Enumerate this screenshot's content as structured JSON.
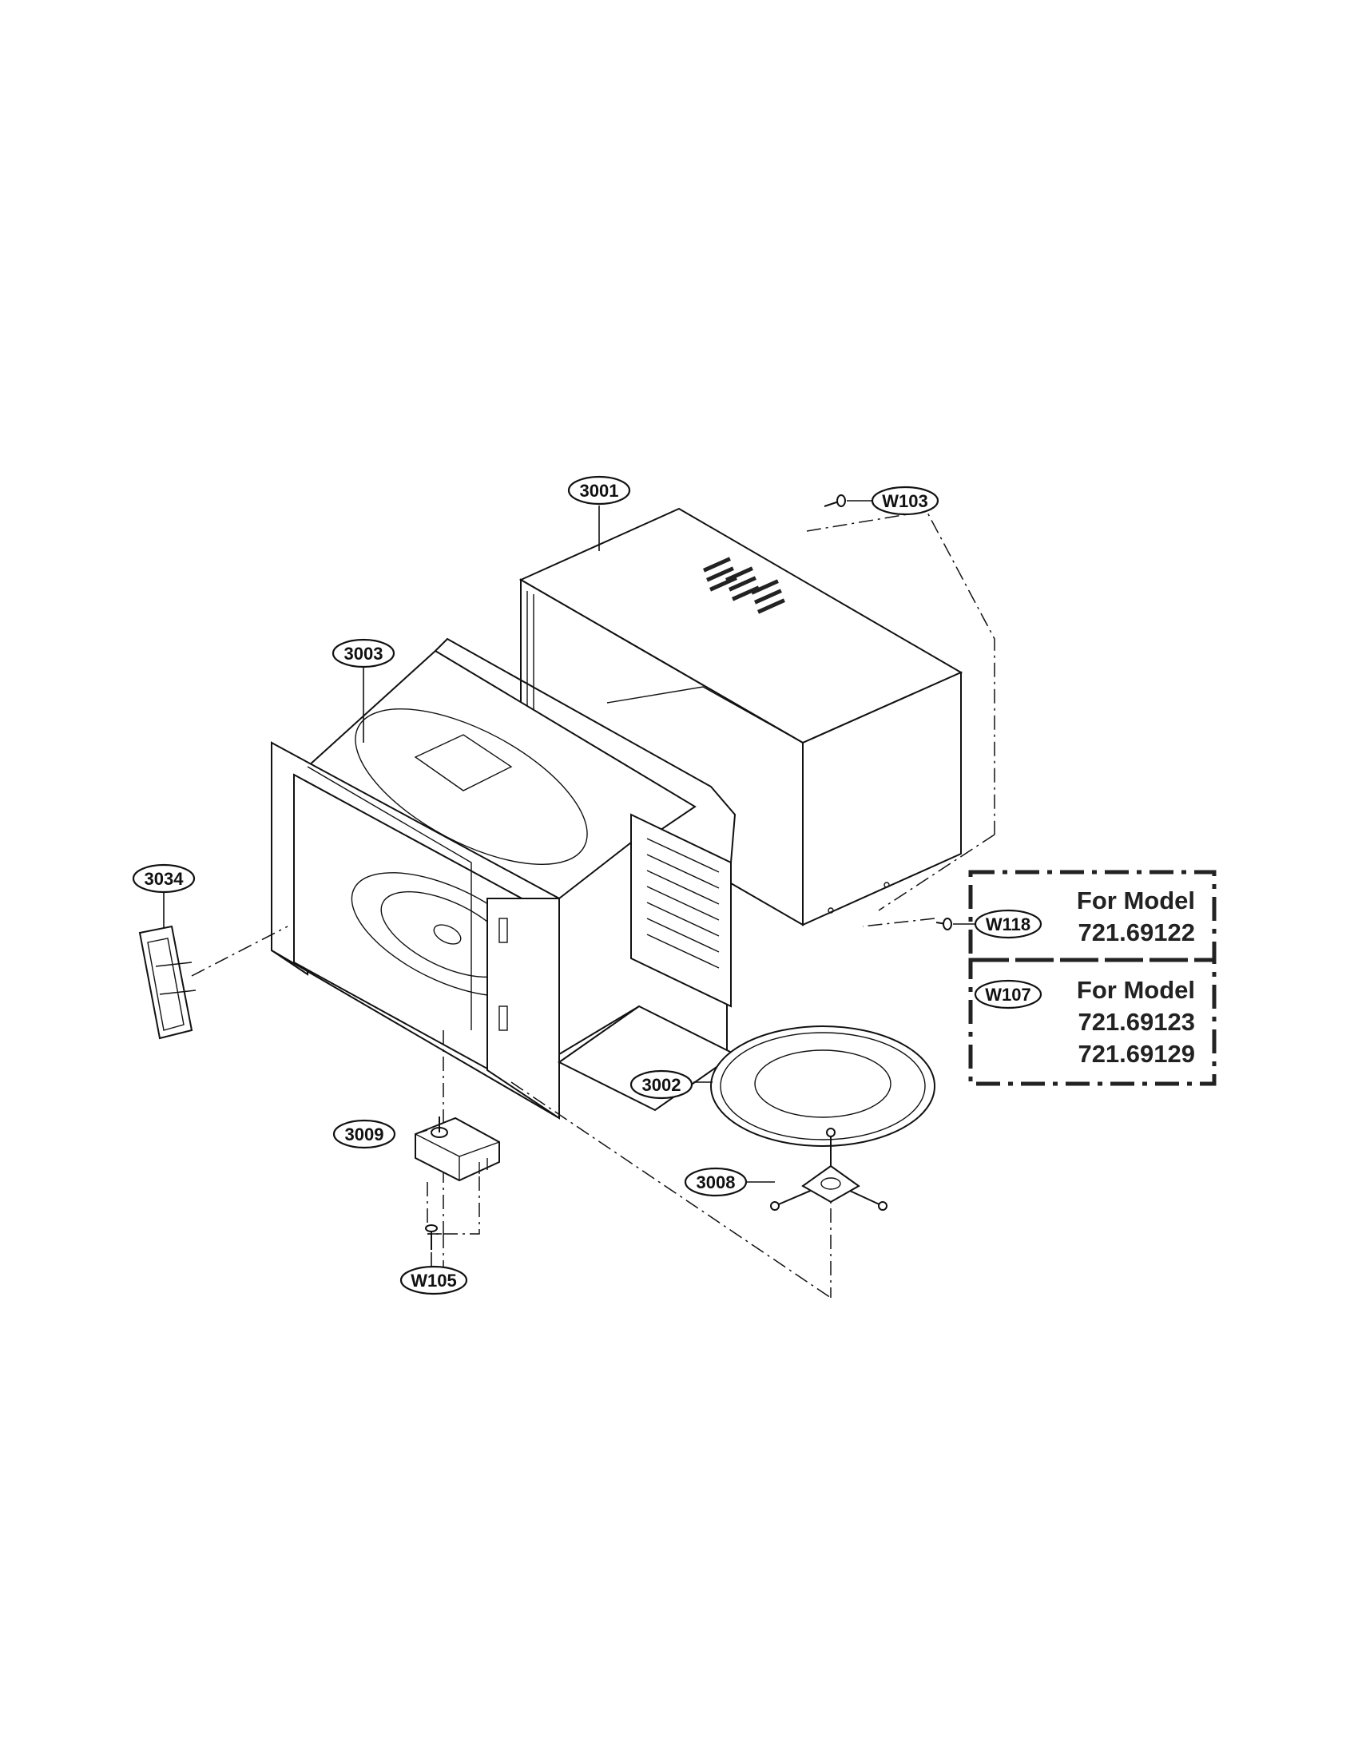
{
  "callouts": {
    "c3001": "3001",
    "c3003": "3003",
    "c3034": "3034",
    "c3002": "3002",
    "c3009": "3009",
    "c3008": "3008",
    "cW103": "W103",
    "cW118": "W118",
    "cW107": "W107",
    "cW105": "W105"
  },
  "model_boxes": {
    "box1": {
      "heading": "For Model",
      "models": [
        "721.69122"
      ]
    },
    "box2": {
      "heading": "For Model",
      "models": [
        "721.69123",
        "721.69129"
      ]
    }
  }
}
